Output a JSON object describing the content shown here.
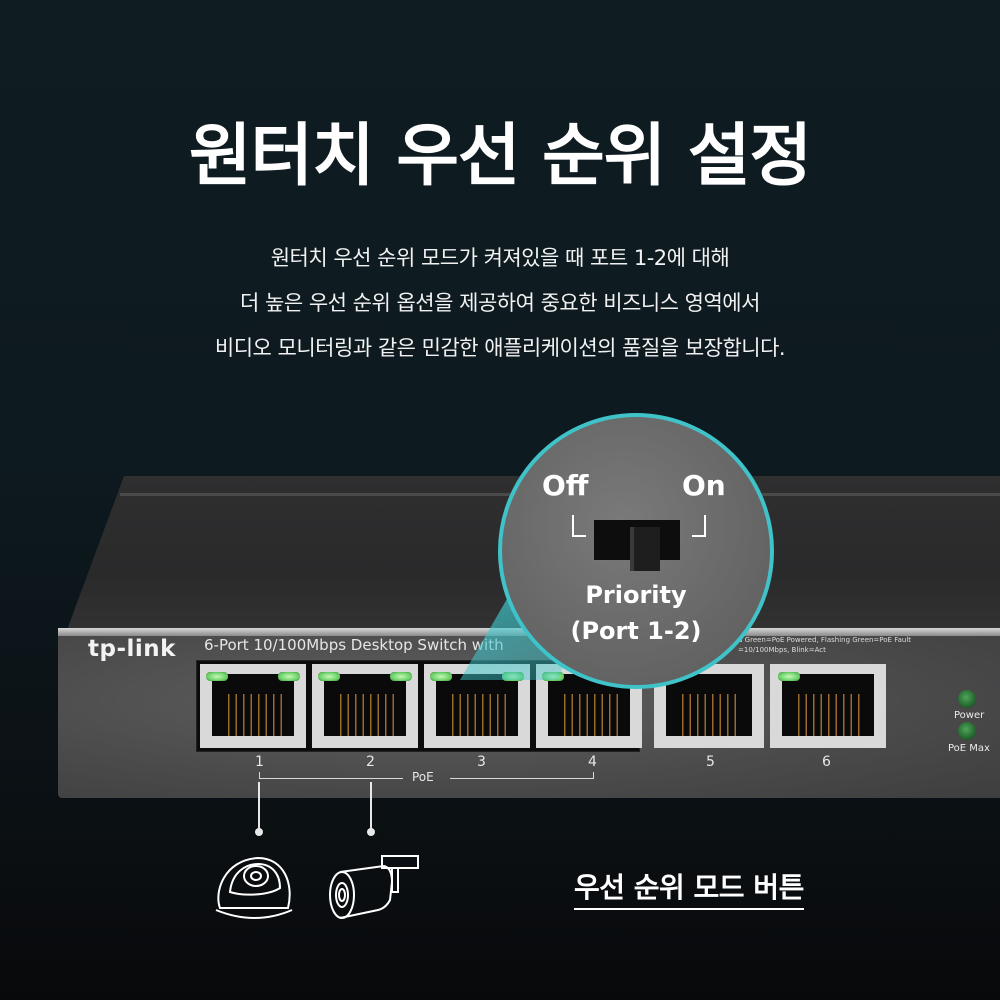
{
  "header": {
    "title": "원터치 우선 순위 설정",
    "description": [
      "원터치 우선 순위 모드가 켜져있을 때 포트 1-2에 대해",
      "더 높은 우선 순위 옵션을 제공하여 중요한 비즈니스 영역에서",
      "비디오 모니터링과 같은 민감한 애플리케이션의 품질을 보장합니다."
    ]
  },
  "device": {
    "brand": "tp-link",
    "model_label": "6-Port 10/100Mbps Desktop Switch with",
    "led_legend": [
      "d Green=PoE Powered, Flashing Green=PoE Fault",
      "=10/100Mbps, Blink=Act"
    ],
    "ports": [
      {
        "number": "1",
        "poe": true
      },
      {
        "number": "2",
        "poe": true
      },
      {
        "number": "3",
        "poe": true
      },
      {
        "number": "4",
        "poe": true
      },
      {
        "number": "5",
        "poe": false
      },
      {
        "number": "6",
        "poe": false
      }
    ],
    "poe_group_label": "PoE",
    "status_leds": [
      {
        "label": "Power",
        "color": "#2f7d3c"
      },
      {
        "label": "PoE Max",
        "color": "#2f7d3c"
      }
    ]
  },
  "callout": {
    "off_label": "Off",
    "on_label": "On",
    "switch_state": "On",
    "caption_line1": "Priority",
    "caption_line2": "(Port 1-2)",
    "accent_color": "#3fc2c8"
  },
  "devices_connected": [
    {
      "icon": "dome-camera-icon",
      "port": "1"
    },
    {
      "icon": "bullet-camera-icon",
      "port": "2"
    }
  ],
  "footer": {
    "mode_button_label": "우선 순위 모드 버튼"
  }
}
